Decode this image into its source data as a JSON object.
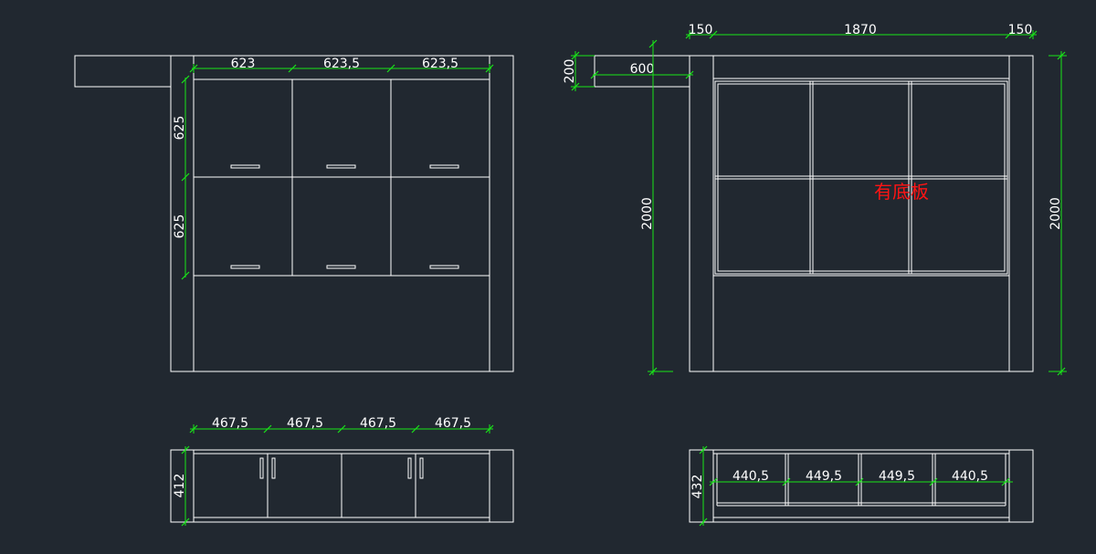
{
  "colors": {
    "background": "#212830",
    "outline": "#ffffff",
    "dimension": "#19e619",
    "annotation": "#ff1414"
  },
  "front_upper": {
    "widths": [
      "623",
      "623,5",
      "623,5"
    ],
    "heights": [
      "625",
      "625"
    ]
  },
  "side_upper": {
    "top_widths": [
      "150",
      "1870",
      "150"
    ],
    "ledge_depth": "600",
    "ledge_height": "200",
    "height_left": "2000",
    "height_right": "2000",
    "note": "有底板"
  },
  "front_lower": {
    "widths": [
      "467,5",
      "467,5",
      "467,5",
      "467,5"
    ],
    "height": "412"
  },
  "side_lower": {
    "widths": [
      "440,5",
      "449,5",
      "449,5",
      "440,5"
    ],
    "height": "432"
  }
}
